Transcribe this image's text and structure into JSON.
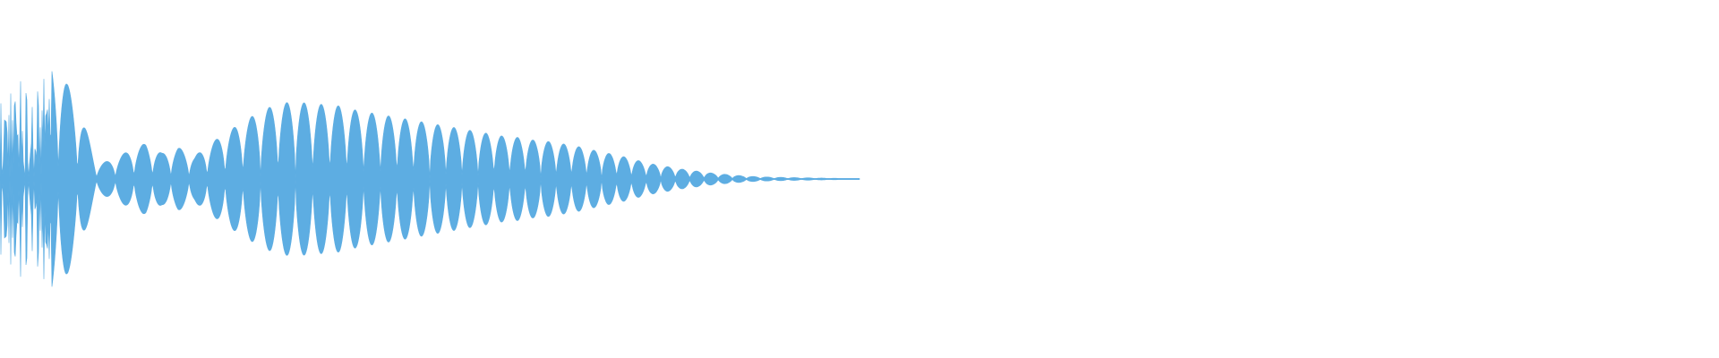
{
  "waveform": {
    "color": "#5dade2",
    "background": "#ffffff",
    "sample_amplitude_profile": [
      0.6,
      0.75,
      0.5,
      0.85,
      0.7,
      0.45,
      0.1,
      0.14,
      0.2,
      0.25,
      0.18,
      0.22,
      0.16,
      0.25,
      0.33,
      0.4,
      0.47,
      0.52,
      0.54,
      0.53,
      0.52,
      0.51,
      0.48,
      0.46,
      0.44,
      0.42,
      0.4,
      0.38,
      0.36,
      0.34,
      0.32,
      0.3,
      0.29,
      0.27,
      0.26,
      0.24,
      0.22,
      0.19,
      0.17,
      0.14,
      0.11,
      0.09,
      0.07,
      0.055,
      0.04,
      0.03,
      0.02,
      0.015,
      0.012,
      0.01,
      0.008,
      0.006,
      0.004,
      0.002
    ],
    "sound_portion_of_track": 0.5
  }
}
